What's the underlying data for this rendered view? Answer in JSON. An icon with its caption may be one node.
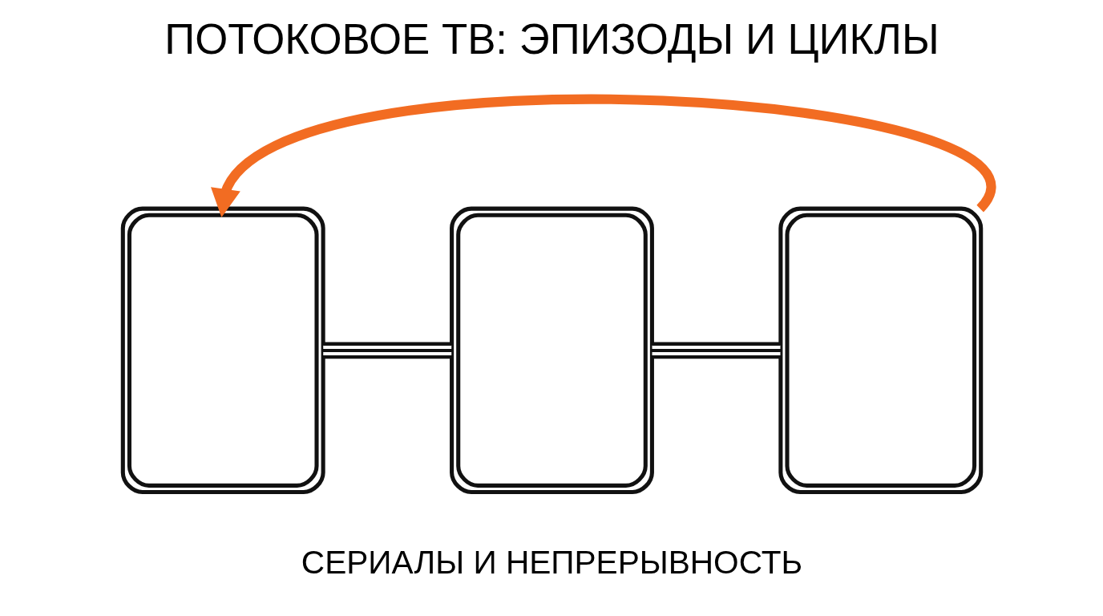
{
  "diagram": {
    "title": "ПОТОКОВОЕ ТВ: ЭПИЗОДЫ И ЦИКЛЫ",
    "caption": "СЕРИАЛЫ И НЕПРЕРЫВНОСТЬ",
    "nodes": [
      {
        "text": [],
        "shape": "picture"
      },
      {
        "text": [],
        "shape": "picture"
      },
      {
        "text": [],
        "shape": "picture"
      }
    ],
    "edges": [
      {
        "from": 0,
        "to": 1,
        "arrow": "none"
      },
      {
        "from": 1,
        "to": 2,
        "arrow": "none"
      },
      {
        "from": 2,
        "to": 0,
        "arrow": "to",
        "style": "thick",
        "color": "#f26c22"
      }
    ]
  }
}
